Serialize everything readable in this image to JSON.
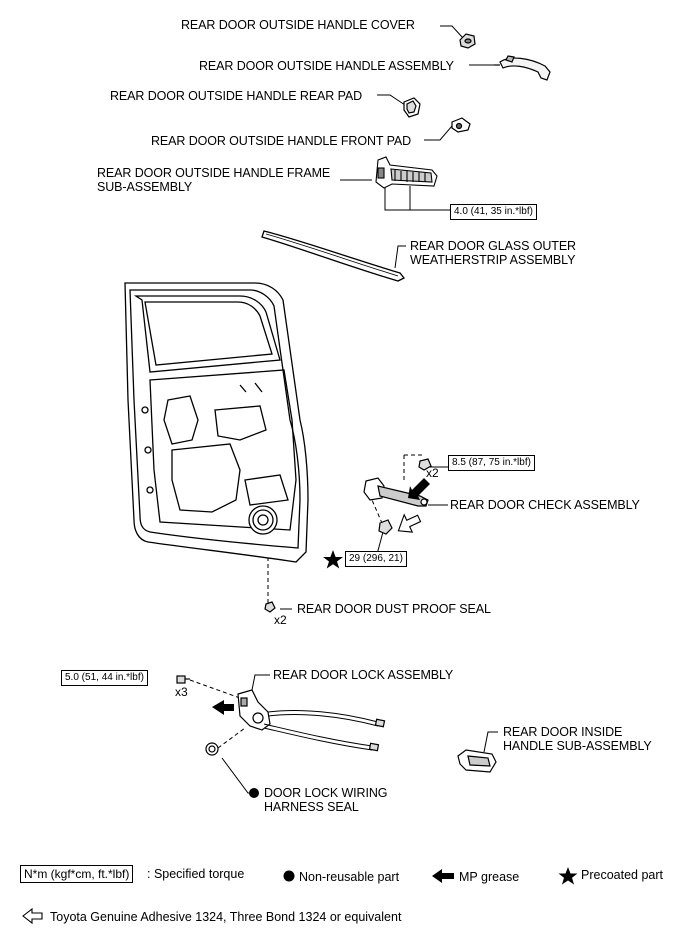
{
  "parts": {
    "handle_cover": "REAR DOOR OUTSIDE HANDLE COVER",
    "handle_assembly": "REAR DOOR OUTSIDE HANDLE ASSEMBLY",
    "handle_rear_pad": "REAR DOOR OUTSIDE HANDLE REAR PAD",
    "handle_front_pad": "REAR DOOR OUTSIDE HANDLE FRONT PAD",
    "handle_frame_line1": "REAR DOOR OUTSIDE HANDLE FRAME",
    "handle_frame_line2": "SUB-ASSEMBLY",
    "weatherstrip_line1": "REAR DOOR GLASS OUTER",
    "weatherstrip_line2": "WEATHERSTRIP ASSEMBLY",
    "door_check": "REAR DOOR CHECK ASSEMBLY",
    "dust_proof_seal": "REAR DOOR DUST PROOF SEAL",
    "lock_assembly": "REAR DOOR LOCK ASSEMBLY",
    "inside_handle_line1": "REAR DOOR INSIDE",
    "inside_handle_line2": "HANDLE SUB-ASSEMBLY",
    "wiring_seal_line1": "DOOR LOCK WIRING",
    "wiring_seal_line2": "HARNESS SEAL"
  },
  "torques": {
    "frame": "4.0 (41, 35 in.*lbf)",
    "check_bolt": "8.5 (87, 75 in.*lbf)",
    "check_nut": "29 (296, 21)",
    "lock_screw": "5.0 (51, 44 in.*lbf)"
  },
  "quantities": {
    "check_bolt": "x2",
    "dust_seal": "x2",
    "lock_screw": "x3"
  },
  "legend": {
    "torque_unit": "N*m (kgf*cm, ft.*lbf)",
    "torque_desc": ": Specified torque",
    "non_reusable": "Non-reusable part",
    "mp_grease": "MP grease",
    "precoated": "Precoated part",
    "adhesive": "Toyota Genuine Adhesive 1324, Three Bond 1324 or equivalent"
  },
  "icons": [
    "filled-circle-icon",
    "filled-arrow-icon",
    "star-icon",
    "hollow-arrow-icon"
  ]
}
